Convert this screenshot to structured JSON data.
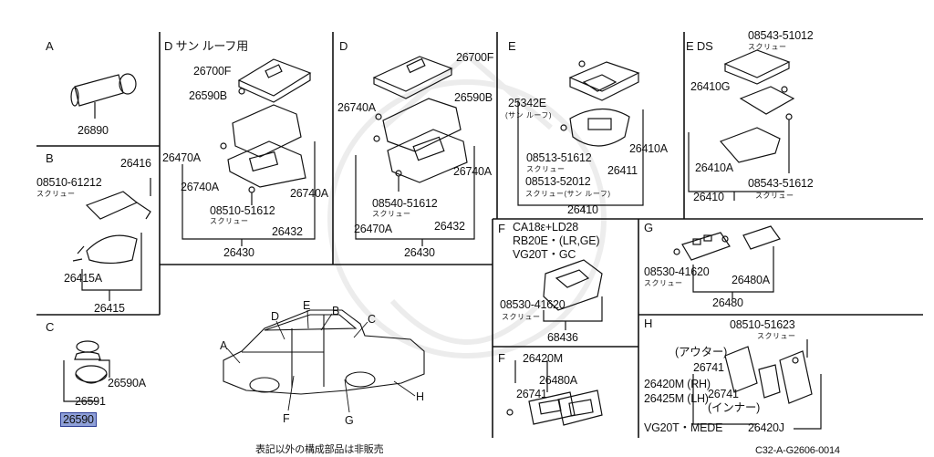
{
  "sections": [
    {
      "id": "A",
      "header": "A",
      "parts": [
        "26890"
      ]
    },
    {
      "id": "B",
      "header": "B",
      "parts": [
        "26416",
        "08510-61212",
        "26415A",
        "26415"
      ],
      "notes": [
        "スクリュー"
      ]
    },
    {
      "id": "C",
      "header": "C",
      "parts": [
        "26590A",
        "26591",
        "26590"
      ],
      "selected": "26590"
    },
    {
      "id": "D1",
      "header": "D サン ルーフ用",
      "parts": [
        "26700F",
        "26590B",
        "26470A",
        "26740A",
        "26740A",
        "08510-51612",
        "26432",
        "26430"
      ],
      "notes": [
        "スクリュー"
      ]
    },
    {
      "id": "D2",
      "header": "D",
      "parts": [
        "26700F",
        "26740A",
        "26590B",
        "26740A",
        "08540-51612",
        "26470A",
        "26432",
        "26430"
      ],
      "notes": [
        "スクリュー"
      ]
    },
    {
      "id": "E1",
      "header": "E",
      "parts": [
        "25342E",
        "26410A",
        "08513-51612",
        "26411",
        "08513-52012",
        "26410"
      ],
      "notes": [
        "(サン ルーフ)",
        "スクリュー",
        "スクリュー(サン ルーフ)"
      ]
    },
    {
      "id": "E2",
      "header": "E DS",
      "parts": [
        "08543-51012",
        "26410G",
        "26410A",
        "08543-51612",
        "26410"
      ],
      "notes": [
        "スクリュー",
        "スクリュー"
      ]
    },
    {
      "id": "F1",
      "header": "F",
      "engines": [
        "CA18ε+LD28",
        "RB20E・(LR,GE)",
        "VG20T・GC"
      ],
      "parts": [
        "08530-41620",
        "68436"
      ],
      "notes": [
        "スクリュー"
      ]
    },
    {
      "id": "G",
      "header": "G",
      "parts": [
        "08530-41620",
        "26480A",
        "26480"
      ],
      "notes": [
        "スクリュー"
      ]
    },
    {
      "id": "F2",
      "header": "F",
      "parts": [
        "26420M",
        "26480A",
        "26741"
      ]
    },
    {
      "id": "H",
      "header": "H",
      "parts": [
        "08510-51623",
        "26741",
        "26420M (RH)",
        "26425M (LH)",
        "26741",
        "26420J"
      ],
      "notes": [
        "スクリュー",
        "(アウター)",
        "(インナー)",
        "VG20T・MEDE"
      ]
    }
  ],
  "car_callouts": [
    "A",
    "D",
    "E",
    "B",
    "C",
    "F",
    "G",
    "H"
  ],
  "footer": {
    "note": "表記以外の構成部品は非販売",
    "code": "C32-A-G2606-0014"
  }
}
